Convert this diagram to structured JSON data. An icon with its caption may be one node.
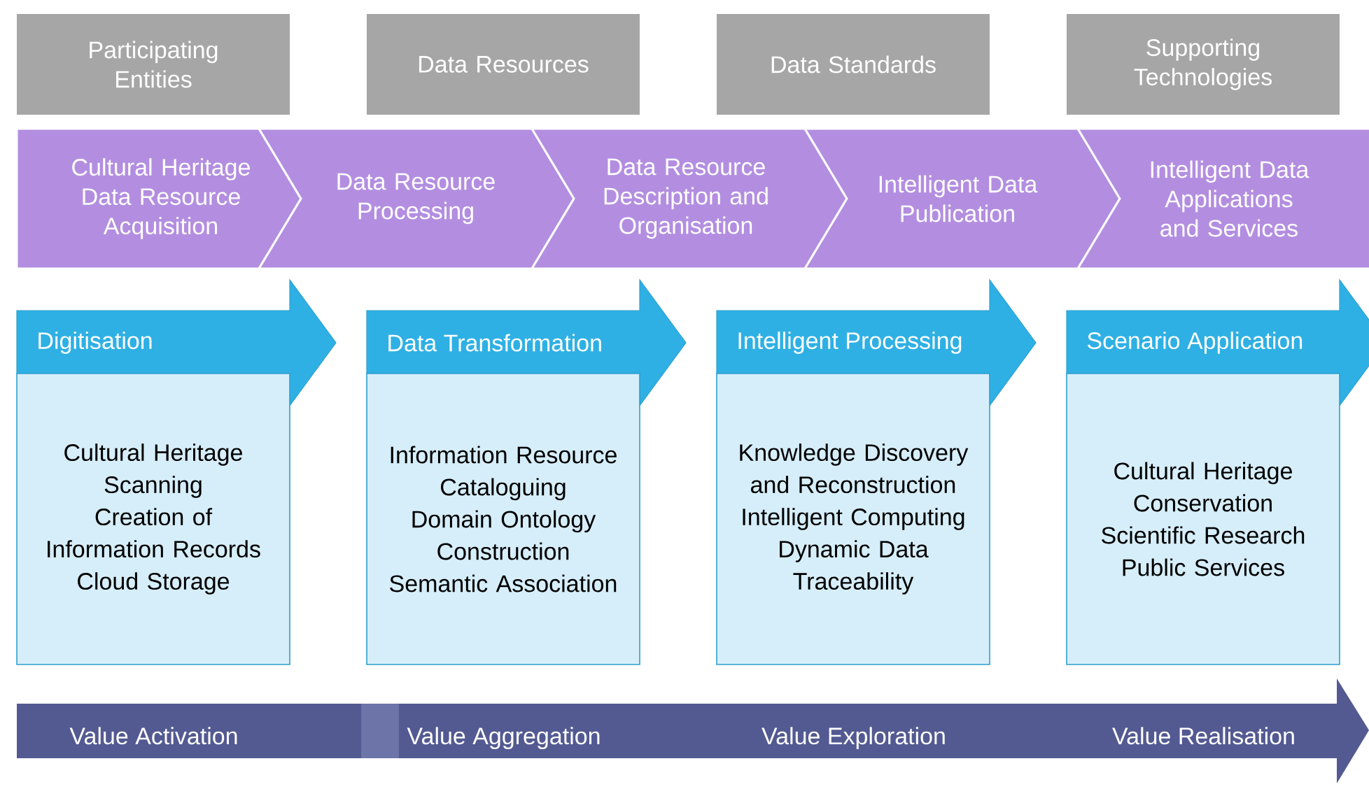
{
  "diagram": {
    "nodes": [
      {
        "text": [
          "Participating Entities"
        ]
      },
      {
        "text": [
          "Data Resources"
        ]
      },
      {
        "text": [
          "Data Standards"
        ]
      },
      {
        "text": [
          "Supporting Technologies"
        ]
      },
      {
        "text": [
          "Cultural Heritage Data Resource Acquisition"
        ]
      },
      {
        "text": [
          "Data Resource Processing"
        ]
      },
      {
        "text": [
          "Data Resource Description and Organisation"
        ]
      },
      {
        "text": [
          "Intelligent Data Publication"
        ]
      },
      {
        "text": [
          "Intelligent Data Applications and Services"
        ]
      },
      {
        "text": [
          "Digitisation"
        ]
      },
      {
        "text": [
          "Cultural Heritage Scanning",
          "Creation of Information Records",
          "Cloud Storage"
        ]
      },
      {
        "text": [
          "Data Transformation"
        ]
      },
      {
        "text": [
          "Information Resource Cataloguing",
          "Domain Ontology Construction",
          "Semantic Association"
        ]
      },
      {
        "text": [
          "Intelligent Processing"
        ]
      },
      {
        "text": [
          "Knowledge Discovery and Reconstruction",
          "Intelligent Computing",
          "Dynamic Data Traceability"
        ]
      },
      {
        "text": [
          "Scenario Application"
        ]
      },
      {
        "text": [
          "Cultural Heritage Conservation",
          "Scientific Research",
          "Public Services"
        ]
      },
      {
        "text": [
          "Value Activation",
          "Value Aggregation",
          "Value Exploration",
          "Value Realisation"
        ]
      }
    ]
  }
}
